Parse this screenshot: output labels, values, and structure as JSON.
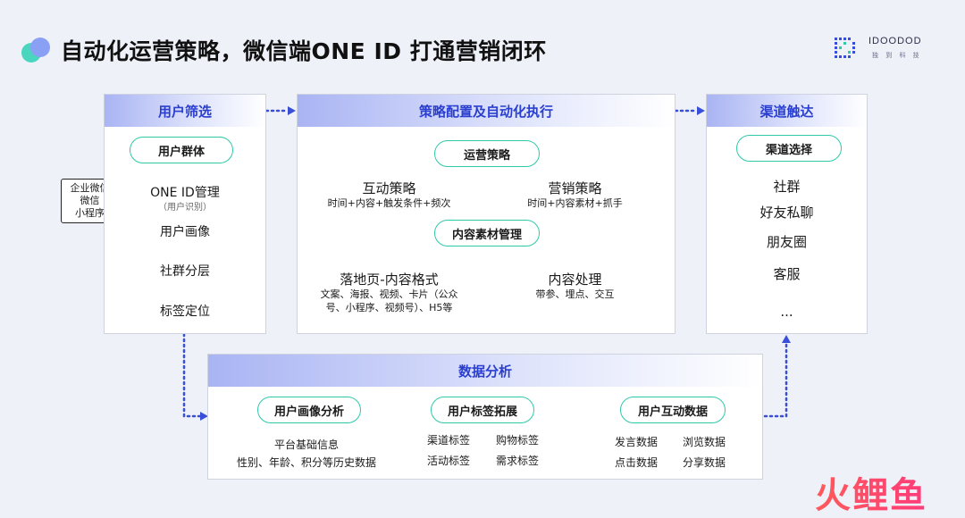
{
  "header": {
    "title": "自动化运营策略，微信端ONE ID 打通营销闭环"
  },
  "brand": {
    "name": "IDOODOD",
    "sub": "独 到 科 技"
  },
  "sidebox": {
    "lines": [
      "企业微信",
      "微信",
      "小程序"
    ]
  },
  "user_filter": {
    "title": "用户筛选",
    "pill": "用户群体",
    "items": [
      "ONE ID管理",
      "（用户识别）",
      "用户画像",
      "社群分层",
      "标签定位"
    ]
  },
  "strategy": {
    "title": "策略配置及自动化执行",
    "pill_ops": "运营策略",
    "interactive": {
      "title": "互动策略",
      "desc": "时间+内容+触发条件+频次"
    },
    "marketing": {
      "title": "营销策略",
      "desc": "时间+内容素材+抓手"
    },
    "pill_content": "内容素材管理",
    "landing": {
      "title": "落地页-内容格式",
      "desc1": "文案、海报、视频、卡片（公众",
      "desc2": "号、小程序、视频号）、H5等"
    },
    "processing": {
      "title": "内容处理",
      "desc": "带参、埋点、交互"
    }
  },
  "channel": {
    "title": "渠道触达",
    "pill": "渠道选择",
    "items": [
      "社群",
      "好友私聊",
      "朋友圈",
      "客服",
      "..."
    ]
  },
  "analysis": {
    "title": "数据分析",
    "portrait": {
      "pill": "用户画像分析",
      "line1": "平台基础信息",
      "line2": "性别、年龄、积分等历史数据"
    },
    "tags": {
      "pill": "用户标签拓展",
      "a": "渠道标签",
      "b": "购物标签",
      "c": "活动标签",
      "d": "需求标签"
    },
    "interaction": {
      "pill": "用户互动数据",
      "a": "发言数据",
      "b": "浏览数据",
      "c": "点击数据",
      "d": "分享数据"
    }
  },
  "watermark": {
    "text": "火鲤鱼"
  },
  "colors": {
    "accent": "#2a3fd0",
    "pill_border": "#2ec9a9",
    "arrow": "#3a4fd8"
  }
}
